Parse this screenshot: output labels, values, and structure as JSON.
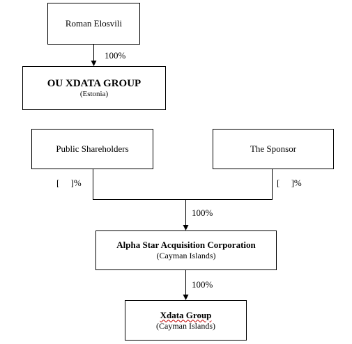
{
  "nodes": {
    "owner": {
      "title": "Roman Elosvili"
    },
    "ou_group": {
      "title": "OU XDATA GROUP",
      "subtitle": "(Estonia)"
    },
    "public": {
      "title": "Public Shareholders"
    },
    "sponsor": {
      "title": "The Sponsor"
    },
    "alpha": {
      "title": "Alpha Star Acquisition Corporation",
      "subtitle": "(Cayman Islands)"
    },
    "xdata": {
      "title": "Xdata Group",
      "subtitle": "(Cayman Islands)"
    }
  },
  "edges": {
    "owner_to_ou": "100%",
    "public_share": "[     ]%",
    "sponsor_share": "[     ]%",
    "merge_to_alpha": "100%",
    "alpha_to_xdata": "100%"
  }
}
